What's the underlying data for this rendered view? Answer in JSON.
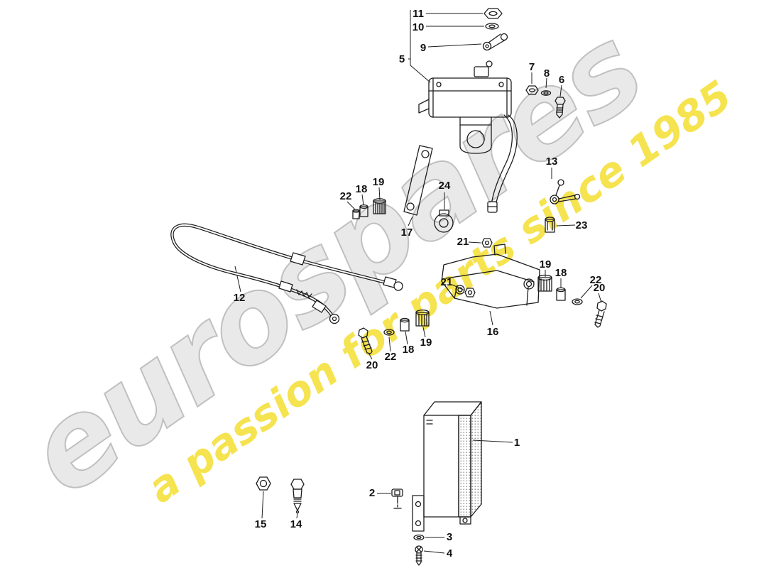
{
  "watermark": {
    "brand": "eurospares",
    "tagline": "a passion for parts since 1985"
  },
  "callouts": [
    "11",
    "10",
    "9",
    "5",
    "7",
    "8",
    "6",
    "13",
    "22",
    "18",
    "19",
    "24",
    "17",
    "23",
    "21",
    "21",
    "19",
    "18",
    "22",
    "20",
    "12",
    "16",
    "20",
    "22",
    "18",
    "19",
    "1",
    "2",
    "3",
    "4",
    "15",
    "14"
  ]
}
